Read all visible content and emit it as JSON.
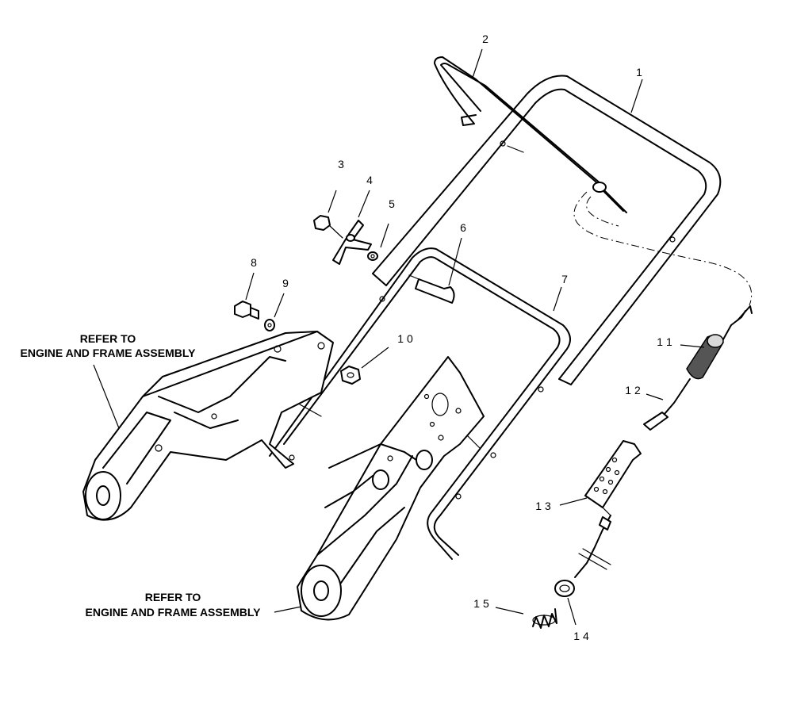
{
  "callouts": {
    "c1": "1",
    "c2": "2",
    "c3": "3",
    "c4": "4",
    "c5": "5",
    "c6": "6",
    "c7": "7",
    "c8": "8",
    "c9": "9",
    "c10": "1 0",
    "c11": "1 1",
    "c12": "1 2",
    "c13": "1 3",
    "c14": "1 4",
    "c15": "1 5"
  },
  "notes": {
    "left": {
      "line1": "REFER TO",
      "line2": "ENGINE AND FRAME ASSEMBLY"
    },
    "bottom": {
      "line1": "REFER TO",
      "line2": "ENGINE AND FRAME ASSEMBLY"
    }
  }
}
